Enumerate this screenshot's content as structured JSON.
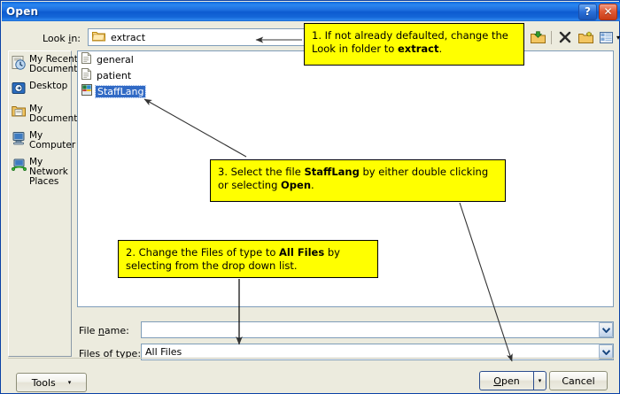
{
  "window": {
    "title": "Open",
    "help_label": "?",
    "close_label": "✕"
  },
  "lookin": {
    "label_pre": "Look ",
    "label_underline": "i",
    "label_post": "n:",
    "value": "extract",
    "folder_icon": "folder-icon"
  },
  "toolbar": {
    "items": [
      {
        "name": "up-one-level-icon",
        "tooltip": "Up One Level"
      },
      {
        "name": "delete-icon",
        "tooltip": "Delete"
      },
      {
        "name": "new-folder-icon",
        "tooltip": "Create New Folder"
      },
      {
        "name": "views-icon",
        "tooltip": "Views"
      }
    ],
    "views_caret": "▾"
  },
  "places": [
    {
      "label": "My Recent Documents",
      "icon": "recent-documents-icon"
    },
    {
      "label": "Desktop",
      "icon": "desktop-icon"
    },
    {
      "label": "My Documents",
      "icon": "my-documents-icon"
    },
    {
      "label": "My Computer",
      "icon": "my-computer-icon"
    },
    {
      "label": "My Network Places",
      "icon": "network-places-icon"
    }
  ],
  "files": [
    {
      "name": "general",
      "icon": "text-document-icon",
      "selected": false
    },
    {
      "name": "patient",
      "icon": "text-document-icon",
      "selected": false
    },
    {
      "name": "StaffLang",
      "icon": "spreadsheet-document-icon",
      "selected": true
    }
  ],
  "fields": {
    "filename": {
      "label_pre": "File ",
      "label_underline": "n",
      "label_post": "ame:",
      "value": "",
      "placeholder": ""
    },
    "filetype": {
      "label_pre": "Files of t",
      "label_underline": "y",
      "label_post": "pe:",
      "value": "All Files",
      "options": [
        "All Files"
      ]
    }
  },
  "buttons": {
    "tools": {
      "label": "Tools",
      "caret": "▾"
    },
    "open": {
      "label_pre": "",
      "label_underline": "O",
      "label_post": "pen",
      "caret": "▾"
    },
    "cancel": {
      "label": "Cancel"
    }
  },
  "callouts": [
    {
      "id": "callout-1",
      "segments": [
        {
          "text": "1. If not already defaulted, change the Look in folder to ",
          "bold": false
        },
        {
          "text": "extract",
          "bold": true
        },
        {
          "text": ".",
          "bold": false
        }
      ]
    },
    {
      "id": "callout-2",
      "segments": [
        {
          "text": "2. Change the Files of type to ",
          "bold": false
        },
        {
          "text": "All Files",
          "bold": true
        },
        {
          "text": " by selecting from the drop down list.",
          "bold": false
        }
      ]
    },
    {
      "id": "callout-3",
      "segments": [
        {
          "text": "3. Select the file ",
          "bold": false
        },
        {
          "text": "StaffLang",
          "bold": true
        },
        {
          "text": " by either double clicking or selecting ",
          "bold": false
        },
        {
          "text": "Open",
          "bold": true
        },
        {
          "text": ".",
          "bold": false
        }
      ]
    }
  ],
  "colors": {
    "callout_fill": "#FFFF00",
    "callout_border": "#000000",
    "dialog_bg": "#ECEBDE",
    "titlebar_blue": "#1A6BDC",
    "selection_blue": "#316AC5",
    "field_border": "#7F9DB9"
  }
}
